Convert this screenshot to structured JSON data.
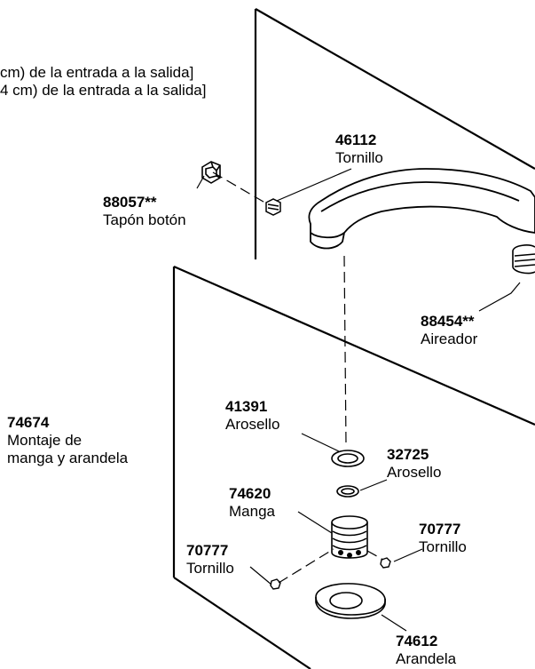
{
  "header_notes": [
    "cm) de la entrada a la salida]",
    "4 cm) de la entrada a la salida]"
  ],
  "parts": {
    "p46112": {
      "number": "46112",
      "name": "Tornillo"
    },
    "p88057": {
      "number": "88057**",
      "name": "Tapón botón"
    },
    "p88454": {
      "number": "88454**",
      "name": "Aireador"
    },
    "p41391": {
      "number": "41391",
      "name": "Arosello"
    },
    "p32725": {
      "number": "32725",
      "name": "Arosello"
    },
    "p74620": {
      "number": "74620",
      "name": "Manga"
    },
    "p70777_right": {
      "number": "70777",
      "name": "Tornillo"
    },
    "p70777_left": {
      "number": "70777",
      "name": "Tornillo"
    },
    "p74612": {
      "number": "74612",
      "name": "Arandela"
    },
    "p74674": {
      "number": "74674",
      "name1": "Montaje de",
      "name2": "manga y arandela"
    }
  }
}
